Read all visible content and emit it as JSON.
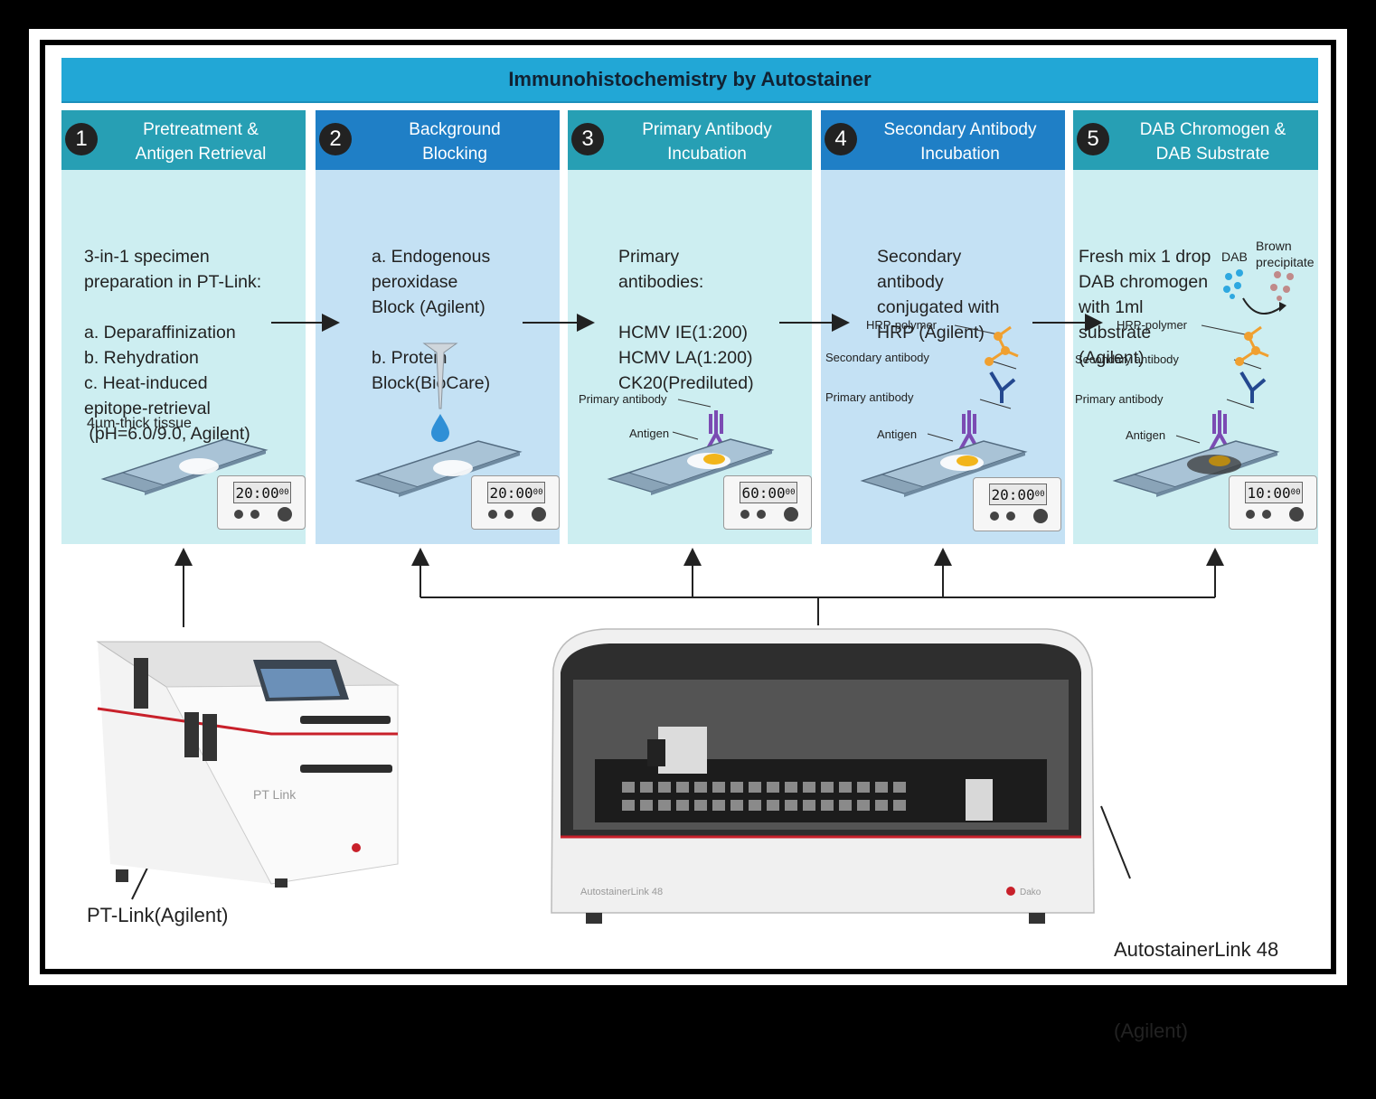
{
  "title": "Immunohistochemistry by Autostainer",
  "colors": {
    "header_teal": "#279fb4",
    "header_blue": "#1f7fc6",
    "body_teal": "#cdeef1",
    "body_blue": "#c4e1f4",
    "title_bar": "#22a7d6"
  },
  "steps": [
    {
      "number": "1",
      "title_line1": "Pretreatment  &",
      "title_line2": "Antigen Retrieval",
      "body": [
        "3-in-1 specimen",
        "preparation in PT-Link:",
        "",
        "a. Deparaffinization",
        "b. Rehydration",
        "c. Heat-induced",
        "epitope-retrieval",
        " (pH=6.0/9.0, Agilent)"
      ],
      "tissue_label": "4µm-thick tissue",
      "timer": "20:00",
      "timer_sub": "00"
    },
    {
      "number": "2",
      "title_line1": "Background",
      "title_line2": "Blocking",
      "body": [
        "a. Endogenous",
        "peroxidase",
        "Block (Agilent)",
        "",
        "b. Protein",
        "Block(BioCare)"
      ],
      "timer": "20:00",
      "timer_sub": "00"
    },
    {
      "number": "3",
      "title_line1": "Primary Antibody",
      "title_line2": "Incubation",
      "body": [
        "Primary",
        "antibodies:",
        "",
        "HCMV IE(1:200)",
        "HCMV LA(1:200)",
        "CK20(Prediluted)"
      ],
      "labels": {
        "primary_antibody": "Primary antibody",
        "antigen": "Antigen"
      },
      "timer": "60:00",
      "timer_sub": "00"
    },
    {
      "number": "4",
      "title_line1": "Secondary Antibody",
      "title_line2": "Incubation",
      "body": [
        "Secondary",
        "antibody",
        "conjugated with",
        "HRP (Agilent)"
      ],
      "labels": {
        "hrp_polymer": "HRP-polymer",
        "secondary_antibody": "Secondary antibody",
        "primary_antibody": "Primary antibody",
        "antigen": "Antigen"
      },
      "timer": "20:00",
      "timer_sub": "00"
    },
    {
      "number": "5",
      "title_line1": "DAB Chromogen &",
      "title_line2": "DAB Substrate",
      "body": [
        "Fresh mix 1 drop",
        "DAB chromogen",
        "with 1ml",
        "substrate",
        "(Agilent)"
      ],
      "labels": {
        "dab": "DAB",
        "brown_line1": "Brown",
        "brown_line2": "precipitate",
        "hrp_polymer": "HRP-polymer",
        "secondary_antibody": "Secondary antibody",
        "primary_antibody": "Primary antibody",
        "antigen": "Antigen"
      },
      "timer": "10:00",
      "timer_sub": "00"
    }
  ],
  "instruments": {
    "pt_link": {
      "label": "PT-Link(Agilent)",
      "body_text": "PT Link"
    },
    "autostainer": {
      "label_line1": "AutostainerLink 48",
      "label_line2": "(Agilent)",
      "body_text": "AutostainerLink 48",
      "brand": "Dako"
    }
  }
}
